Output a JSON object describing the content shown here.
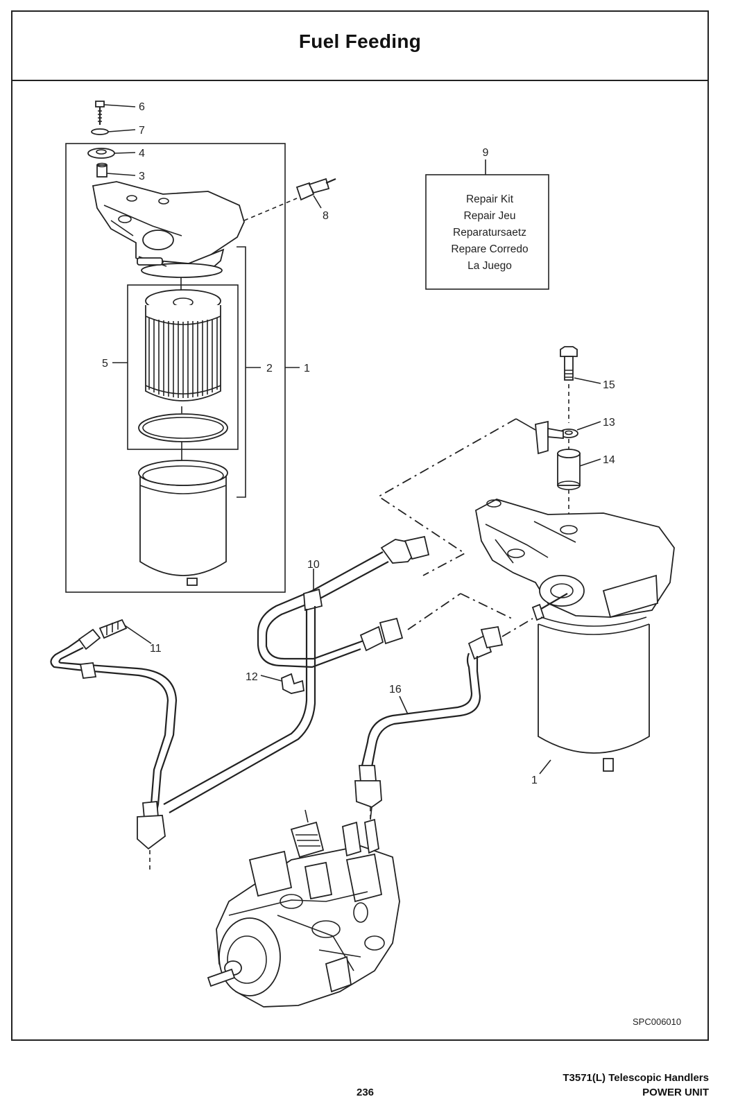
{
  "page": {
    "title": "Fuel Feeding",
    "page_number": "236",
    "model": "T3571(L) Telescopic Handlers",
    "section": "POWER UNIT",
    "reference_code": "SPC006010"
  },
  "repair_kit": {
    "number": "9",
    "lines": [
      "Repair Kit",
      "Repair Jeu",
      "Reparatursaetz",
      "Repare Corredo",
      "La Juego"
    ]
  },
  "callouts": [
    "6",
    "7",
    "4",
    "3",
    "8",
    "5",
    "2",
    "1",
    "15",
    "13",
    "14",
    "10",
    "11",
    "12",
    "16",
    "1"
  ]
}
